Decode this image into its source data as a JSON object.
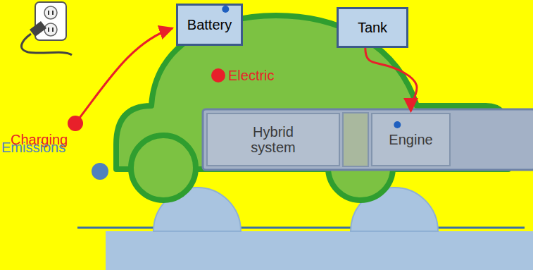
{
  "diagram": {
    "nodes": [
      {
        "text": [
          "Battery"
        ]
      },
      {
        "text": [
          "Tank"
        ]
      },
      {
        "text": [
          "Hybrid system"
        ]
      },
      {
        "text": [
          "Engine"
        ]
      }
    ],
    "edges": [
      {
        "from": 1,
        "to": 3,
        "arrow": "to"
      }
    ],
    "labels": [
      "Charging",
      "Electric",
      "Emissions"
    ]
  }
}
